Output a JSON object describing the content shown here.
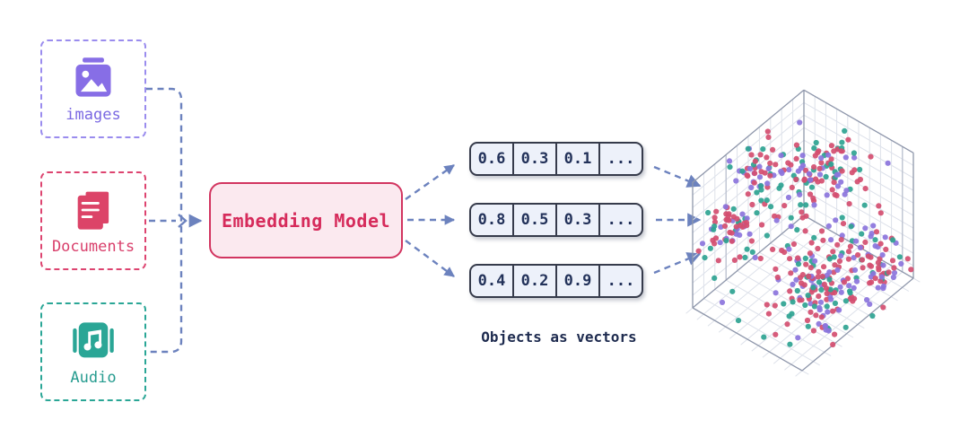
{
  "palette": {
    "background": "#ffffff",
    "arrow_blue": "#6c82be",
    "purple": "#876ee6",
    "purple_text": "#7a68e2",
    "crimson": "#dc4468",
    "crimson_border": "#d23560",
    "model_fill": "#fbe9ef",
    "teal": "#2aa696",
    "navy_text": "#23325a",
    "cell_fill": "#edf1fa",
    "cell_border": "#363b4b",
    "grid_line": "#dde1ea",
    "cube_edge": "#8f97ab"
  },
  "sources": [
    {
      "id": "images",
      "label": "images",
      "icon": "image-icon"
    },
    {
      "id": "documents",
      "label": "Documents",
      "icon": "document-icon"
    },
    {
      "id": "audio",
      "label": "Audio",
      "icon": "audio-icon"
    }
  ],
  "model": {
    "label": "Embedding Model"
  },
  "vectors": [
    [
      "0.6",
      "0.3",
      "0.1",
      "..."
    ],
    [
      "0.8",
      "0.5",
      "0.3",
      "..."
    ],
    [
      "0.4",
      "0.2",
      "0.9",
      "..."
    ]
  ],
  "caption": "Objects as vectors",
  "chart_data": {
    "type": "scatter",
    "title": "",
    "description_of_plot": "3D cube with light gridded walls and floor holding ~450 scattered embedding points in three colors forming several clusters",
    "point_colors": {
      "crimson": "#d44e70",
      "purple": "#8b74dc",
      "teal": "#2ea391"
    },
    "color_weights": [
      0.47,
      0.27,
      0.26
    ],
    "seed": 7,
    "point_radius": 3.1,
    "clusters": [
      {
        "center": [
          0.12,
          0.45,
          0.82
        ],
        "spread": 0.1,
        "count": 55
      },
      {
        "center": [
          0.42,
          0.22,
          0.8
        ],
        "spread": 0.11,
        "count": 65
      },
      {
        "center": [
          0.07,
          0.72,
          0.52
        ],
        "spread": 0.1,
        "count": 50
      },
      {
        "center": [
          0.68,
          0.5,
          0.16
        ],
        "spread": 0.17,
        "count": 130
      },
      {
        "center": [
          0.93,
          0.25,
          0.3
        ],
        "spread": 0.1,
        "count": 50
      },
      {
        "center": [
          0.5,
          0.5,
          0.5
        ],
        "spread": 0.55,
        "count": 130,
        "uniform": true
      }
    ]
  }
}
